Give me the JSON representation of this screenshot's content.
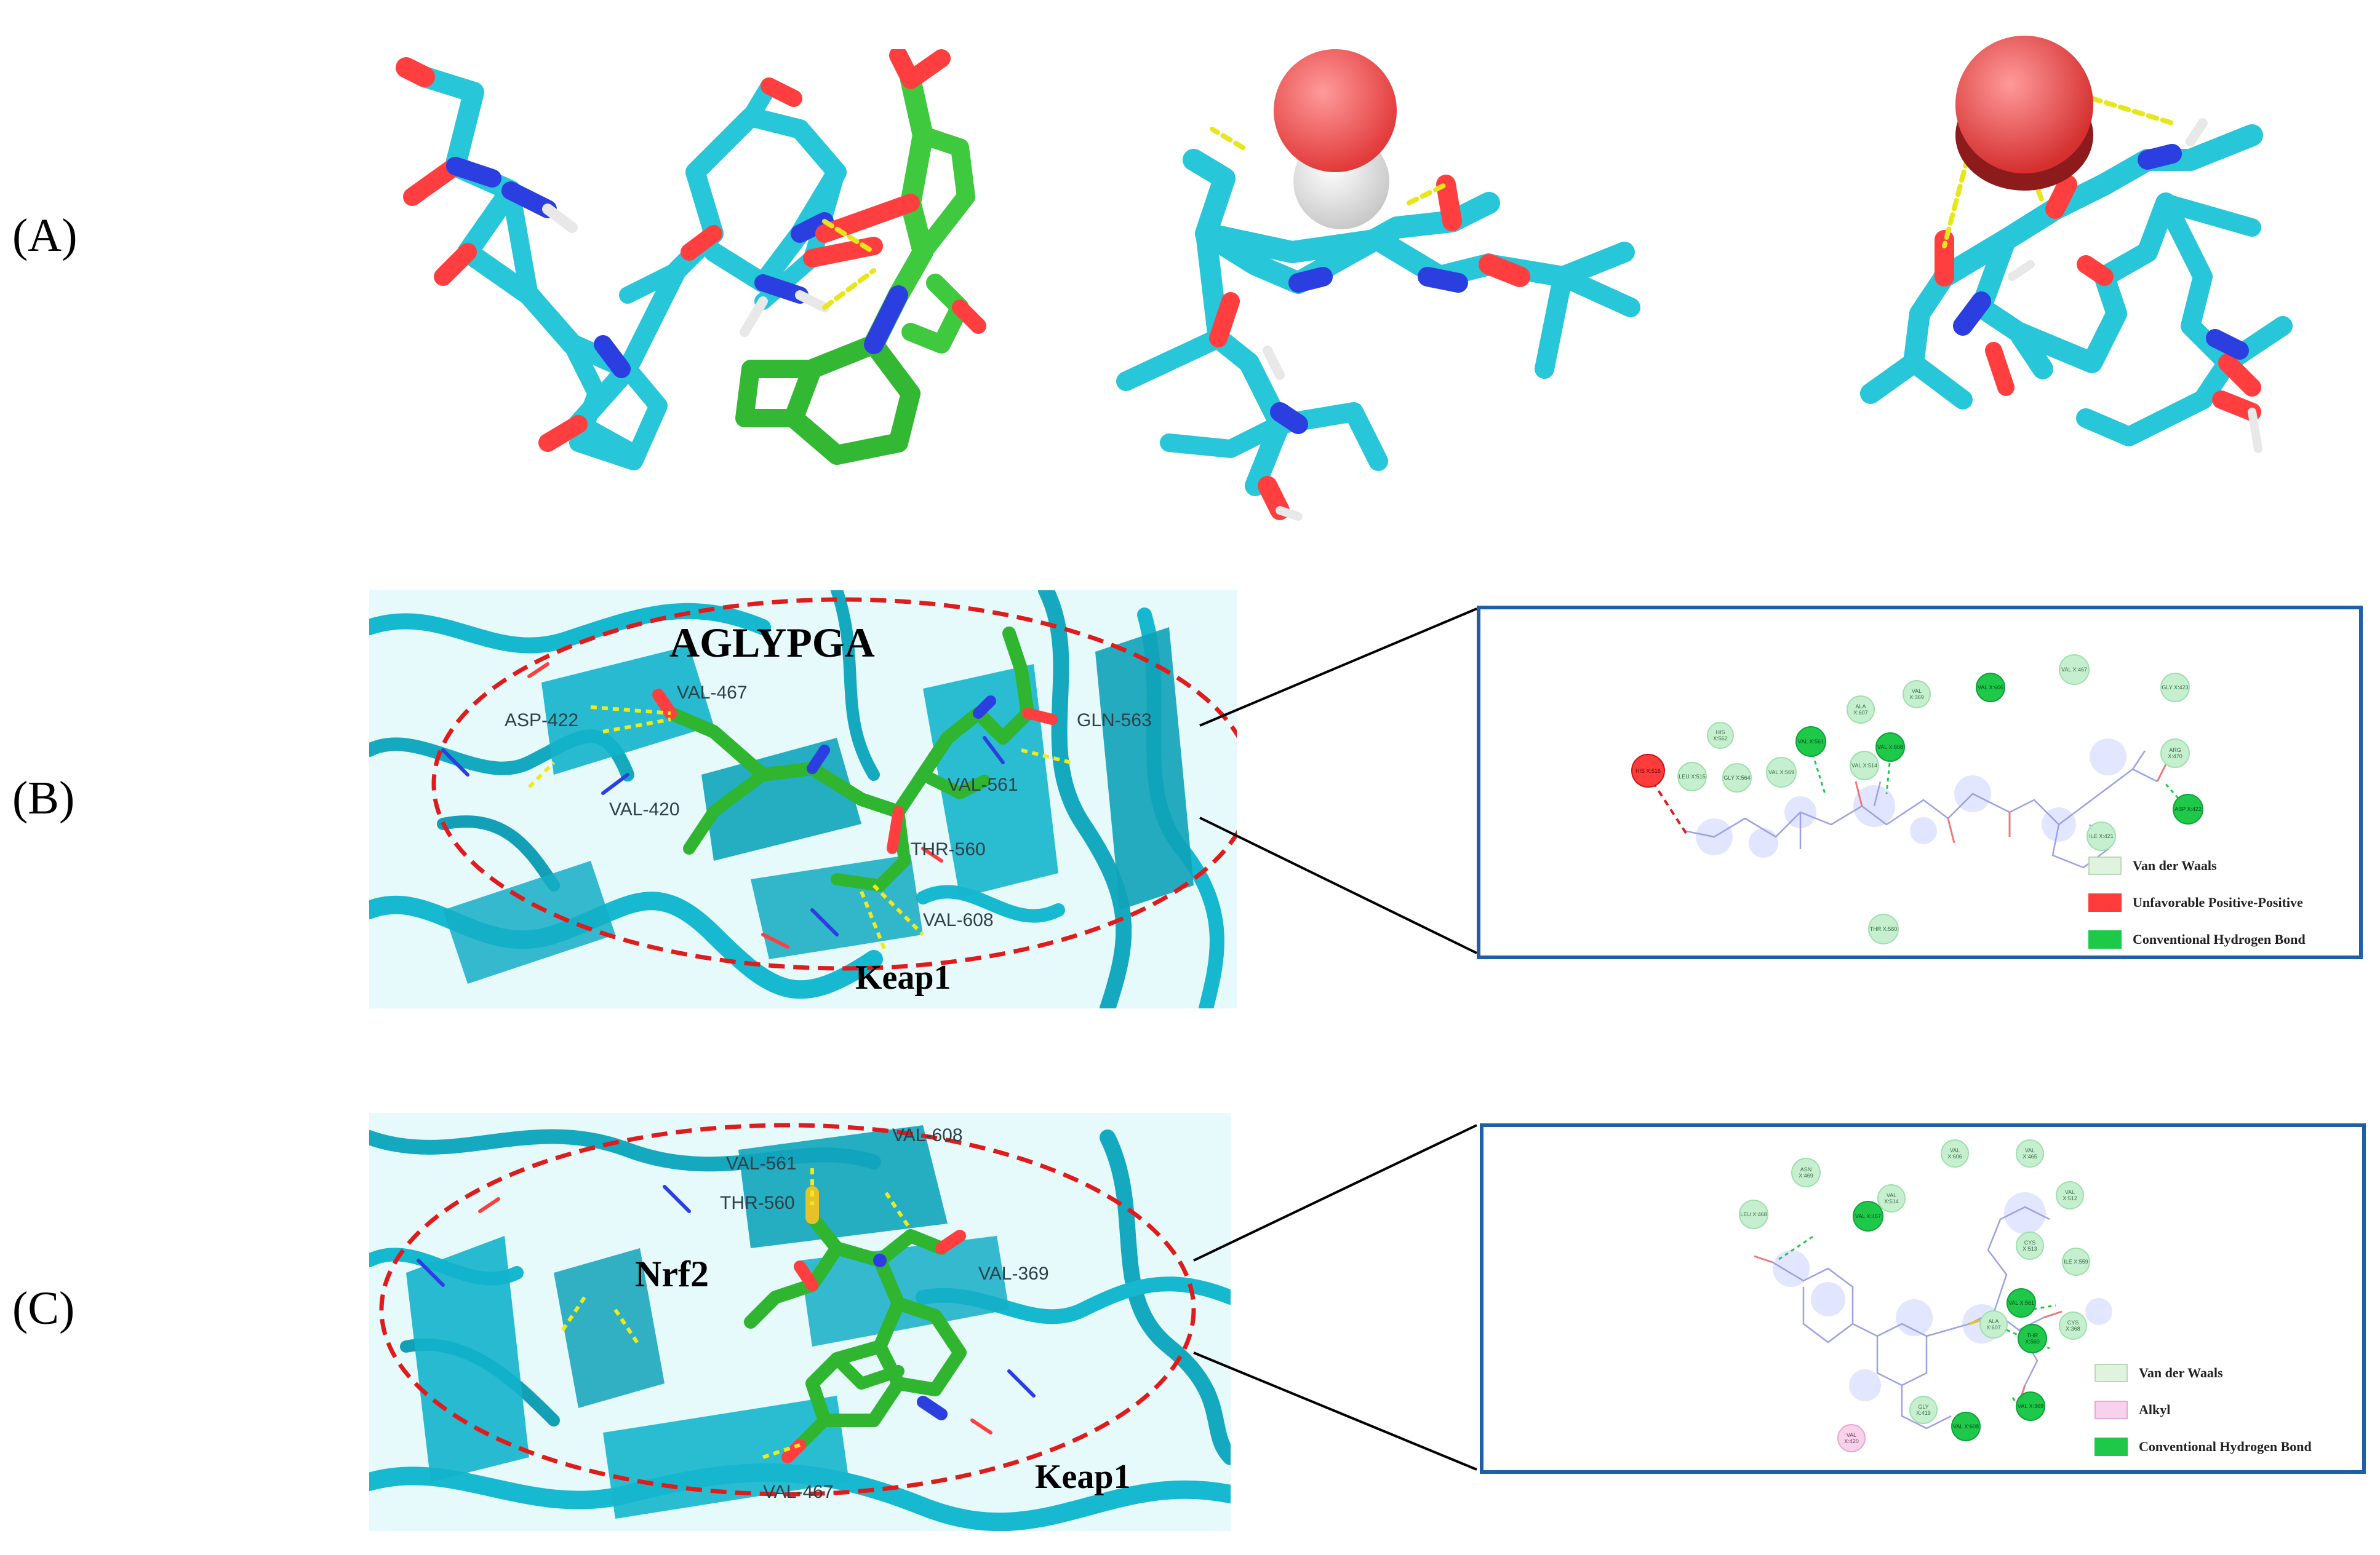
{
  "panels": {
    "a": {
      "label": "(A)"
    },
    "b": {
      "label": "(B)",
      "ligand_label": "AGLYPGA",
      "protein_label": "Keap1",
      "residues": [
        "ASP-422",
        "VAL-467",
        "GLN-563",
        "VAL-561",
        "VAL-420",
        "THR-560",
        "VAL-608"
      ],
      "legend": [
        {
          "name": "Van der Waals",
          "color": "#dff3df"
        },
        {
          "name": "Unfavorable Positive-Positive",
          "color": "#ff3b3b"
        },
        {
          "name": "Conventional Hydrogen Bond",
          "color": "#1ec94a"
        }
      ],
      "nodes": [
        {
          "text": "HIS X:516",
          "type": "unfav"
        },
        {
          "text": "HIS X:562",
          "type": "vdw"
        },
        {
          "text": "LEU X:515",
          "type": "vdw"
        },
        {
          "text": "GLY X:564",
          "type": "vdw"
        },
        {
          "text": "VAL X:561",
          "type": "hb"
        },
        {
          "text": "VAL X:569",
          "type": "vdw"
        },
        {
          "text": "ALA X:607",
          "type": "vdw"
        },
        {
          "text": "VAL X:369",
          "type": "vdw"
        },
        {
          "text": "VAL X:514",
          "type": "vdw"
        },
        {
          "text": "VAL X:608",
          "type": "hb"
        },
        {
          "text": "VAL X:606",
          "type": "hb"
        },
        {
          "text": "VAL X:467",
          "type": "vdw"
        },
        {
          "text": "GLY X:423",
          "type": "vdw"
        },
        {
          "text": "ARG X:470",
          "type": "vdw"
        },
        {
          "text": "ASP X:422",
          "type": "hb"
        },
        {
          "text": "ILE X:421",
          "type": "vdw"
        },
        {
          "text": "THR X:560",
          "type": "vdw"
        }
      ]
    },
    "c": {
      "label": "(C)",
      "ligand_label": "Nrf2",
      "protein_label": "Keap1",
      "residues": [
        "VAL-561",
        "VAL-608",
        "THR-560",
        "VAL-369",
        "VAL-467"
      ],
      "legend": [
        {
          "name": "Van der Waals",
          "color": "#dff3df"
        },
        {
          "name": "Alkyl",
          "color": "#f8d2ea"
        },
        {
          "name": "Conventional Hydrogen Bond",
          "color": "#1ec94a"
        }
      ],
      "nodes": [
        {
          "text": "ASN X:469",
          "type": "vdw"
        },
        {
          "text": "VAL X:606",
          "type": "vdw"
        },
        {
          "text": "VAL X:465",
          "type": "vdw"
        },
        {
          "text": "LEU X:468",
          "type": "vdw"
        },
        {
          "text": "VAL X:467",
          "type": "hb"
        },
        {
          "text": "VAL X:514",
          "type": "vdw"
        },
        {
          "text": "VAL X:512",
          "type": "vdw"
        },
        {
          "text": "CYS X:513",
          "type": "vdw"
        },
        {
          "text": "ILE X:559",
          "type": "vdw"
        },
        {
          "text": "VAL X:561",
          "type": "hb"
        },
        {
          "text": "ALA X:607",
          "type": "vdw"
        },
        {
          "text": "THR X:560",
          "type": "hb"
        },
        {
          "text": "CYS X:368",
          "type": "vdw"
        },
        {
          "text": "GLY X:419",
          "type": "vdw"
        },
        {
          "text": "VAL X:608",
          "type": "hb"
        },
        {
          "text": "VAL X:369",
          "type": "hb"
        },
        {
          "text": "VAL X:420",
          "type": "alkyl"
        }
      ]
    }
  }
}
